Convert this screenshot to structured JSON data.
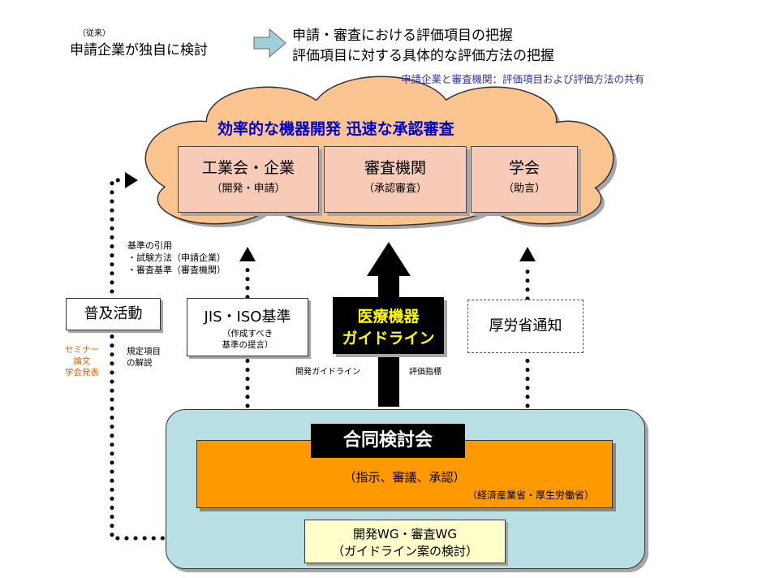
{
  "top": {
    "conventional_note": "（従来）",
    "conventional_text": "申請企業が独自に検討",
    "goal_line1": "申請・審査における評価項目の把握",
    "goal_line2": "評価項目に対する具体的な評価方法の把握",
    "shared_note": "申請企業と審査機関：評価項目および評価方法の共有"
  },
  "cloud": {
    "title": "効率的な機器開発  迅速な承認審査",
    "boxes": [
      {
        "label": "工業会・企業",
        "sub": "（開発・申請）"
      },
      {
        "label": "審査機関",
        "sub": "（承認審査）"
      },
      {
        "label": "学会",
        "sub": "（助言）"
      }
    ]
  },
  "middle": {
    "citation_title": "基準の引用",
    "citation_item1": "・試験方法（申請企業）",
    "citation_item2": "・審査基準（審査機関）",
    "outreach_label": "普及活動",
    "outreach_note1": "セミナー",
    "outreach_note2": "論文",
    "outreach_note3": "学会発表",
    "explain_note1": "規定項目",
    "explain_note2": "の解説",
    "jis_label": "JIS・ISO基準",
    "jis_sub1": "（作成すべき",
    "jis_sub2": "基準の提言）",
    "guideline_line1": "医療機器",
    "guideline_line2": "ガイドライン",
    "dev_guideline_label": "開発ガイドライン",
    "eval_index_label": "評価指標",
    "mhlw_label": "厚労省通知"
  },
  "bottom": {
    "joint_title": "合同検討会",
    "joint_sub": "（指示、審議、承認）",
    "ministries": "（経済産業省・厚生労働省）",
    "wg_line1": "開発WG・審査WG",
    "wg_line2": "（ガイドライン案の検討）"
  },
  "colors": {
    "cloud_fill": "#f9c48f",
    "box_pink": "#f8cbb8",
    "title_blue": "#0000cc",
    "note_blue": "#333399",
    "note_orange": "#cc6600",
    "teal": "#b8dfe3",
    "orange": "#ff9900",
    "guideline_text": "#ffff00",
    "wg_fill": "#ffffcc"
  }
}
